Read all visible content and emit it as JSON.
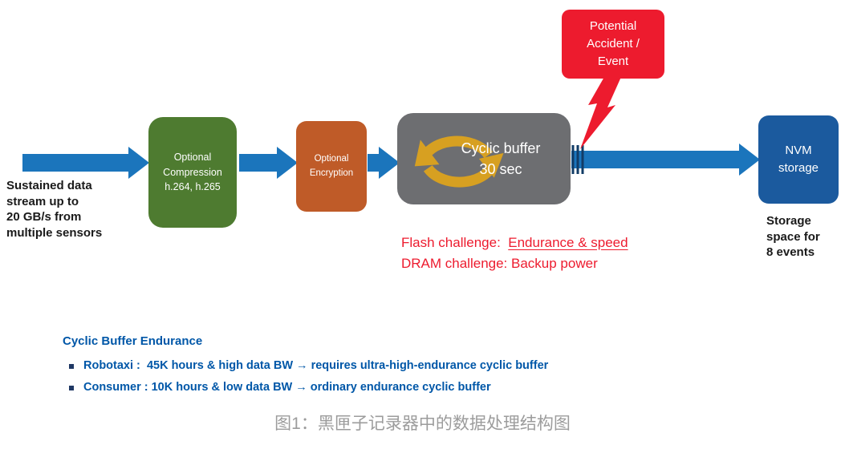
{
  "diagram": {
    "source_label": "Sustained data\nstream up to\n20 GB/s from\nmultiple sensors",
    "nodes": {
      "compression": "Optional\nCompression\nh.264, h.265",
      "encryption": "Optional\nEncryption",
      "cyclic_buffer": "Cyclic buffer\n30 sec",
      "nvm_storage": "NVM\nstorage"
    },
    "storage_note": "Storage\nspace for\n8 events",
    "callout": "Potential\nAccident /\nEvent",
    "challenges": {
      "flash_prefix": "Flash challenge:  ",
      "flash_underlined": "Endurance & speed",
      "dram": "DRAM challenge: Backup power"
    }
  },
  "endurance_section": {
    "heading": "Cyclic Buffer Endurance",
    "bullets": [
      "Robotaxi :  45K hours & high data BW → requires ultra-high-endurance cyclic buffer",
      "Consumer : 10K hours & low data BW → ordinary endurance cyclic buffer"
    ]
  },
  "caption": "图1：黑匣子记录器中的数据处理结构图",
  "colors": {
    "arrow_blue": "#1b75bc",
    "compression_green": "#4e7b30",
    "encryption_orange": "#bf5b28",
    "buffer_gray": "#6d6e71",
    "nvm_blue": "#1b5a9e",
    "alert_red": "#ed1b2e",
    "cycle_gold": "#d7a021",
    "text_blue": "#0057a8",
    "caption_gray": "#9c9c9c"
  },
  "icons": {
    "cyclic_arrows": "two golden curved arrows forming a loop",
    "lightning_bolt": "red jagged pointer from callout to flow line",
    "square_bullet": "small navy square list marker"
  }
}
